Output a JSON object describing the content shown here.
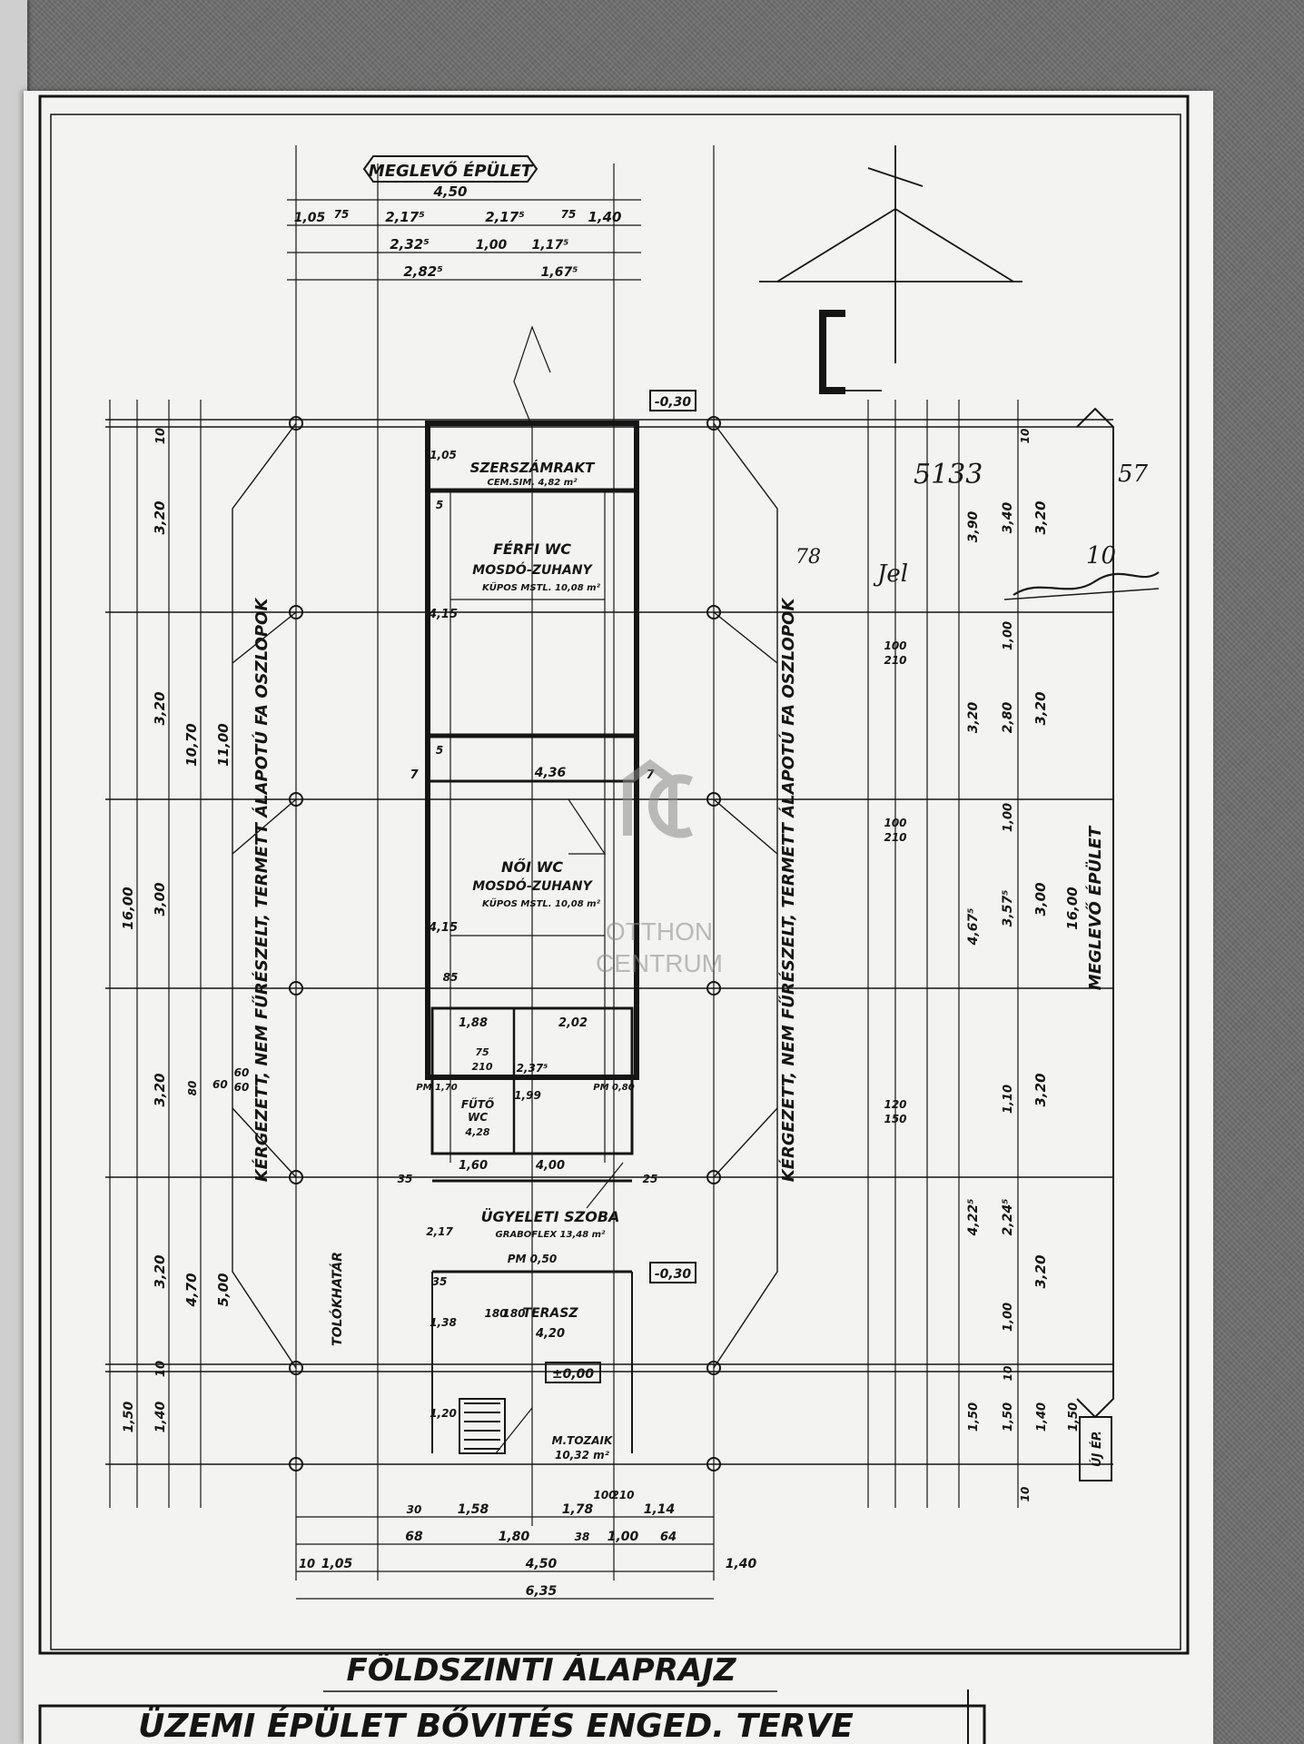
{
  "drawing": {
    "title_plan": "FÖLDSZINTI ÁLAPRAJZ",
    "title_block": "ÜZEMI ÉPÜLET BŐVITÉS ENGED. TERVE",
    "existing_top": "MEGLEVŐ ÉPÜLET",
    "existing_right": "MEGLEVŐ ÉPÜLET",
    "column_note": "KÉRGEZETT, NEM FŰRÉSZELT, TERMETT ÁLAPOTÚ FA OSZLOPOK",
    "roof_edge": "TOLÓKHATÁR",
    "new_building_tag": "ÚJ ÉP.",
    "level_top": "-0,30",
    "level_mid": "-0,30",
    "level_zero": "±0,00",
    "rooms": [
      {
        "name": "SZERSZÁMRAKT",
        "floor": "CEM.SIM. 4,82 m²"
      },
      {
        "name": "FÉRFI WC",
        "sub": "MOSDÓ-ZUHANY",
        "floor": "KŰPOS MSTL. 10,08 m²"
      },
      {
        "name": "NŐI WC",
        "sub": "MOSDÓ-ZUHANY",
        "floor": "KŰPOS MSTL. 10,08 m²"
      },
      {
        "name": "FŰTŐ",
        "sub": "WC",
        "floor": "4,28"
      },
      {
        "name": "ÜGYELETI SZOBA",
        "floor": "GRABOFLEX 13,48 m²"
      },
      {
        "name": "TERASZ",
        "floor": "4,20"
      },
      {
        "name": "M.TOZAIK",
        "floor": "10,32 m²"
      }
    ],
    "dims_top": [
      "4,50",
      "1,05",
      "75",
      "2,17⁵",
      "2,17⁵",
      "75",
      "1,40",
      "2,32⁵",
      "1,00",
      "1,17⁵",
      "2,82⁵",
      "1,67⁵"
    ],
    "dims_bottom": [
      "1,58",
      "1,78",
      "1,14",
      "68",
      "1,80",
      "38",
      "1,00",
      "64",
      "10",
      "1,05",
      "4,50",
      "1,40",
      "6,35",
      "30"
    ],
    "dims_left": [
      "3,20",
      "3,20",
      "3,00",
      "3,20",
      "3,20",
      "10,70",
      "11,00",
      "16,00",
      "4,70",
      "5,00",
      "1,50",
      "1,40",
      "10",
      "10",
      "60",
      "80"
    ],
    "dims_right": [
      "3,20",
      "3,40",
      "3,90",
      "1,00",
      "2,80",
      "3,20",
      "3,20",
      "1,00",
      "3,00",
      "3,57⁵",
      "4,67⁵",
      "16,00",
      "1,10",
      "3,20",
      "2,24⁵",
      "4,22⁵",
      "1,00",
      "3,20",
      "1,50",
      "1,50",
      "1,40",
      "1,50",
      "10",
      "10",
      "10"
    ],
    "dims_inner": [
      "4,36",
      "4,15",
      "4,15",
      "1,05",
      "1,88",
      "2,02",
      "2,37⁵",
      "1,99",
      "1,60",
      "4,00",
      "2,17",
      "180",
      "180",
      "1,38",
      "1,20",
      "7",
      "7",
      "5",
      "5",
      "85",
      "35",
      "25",
      "35",
      "PM 1,70",
      "PM 0,80",
      "PM 0,50",
      "75",
      "210",
      "100",
      "210",
      "120",
      "150",
      "60",
      "60",
      "100",
      "210",
      "100",
      "210"
    ],
    "handwriting": [
      "5133",
      "57",
      "78",
      "Jel",
      "10"
    ]
  },
  "watermark": {
    "line1": "OTTHON",
    "line2": "CENTRUM"
  },
  "colors": {
    "ink": "#151515",
    "paper": "#f3f3f1",
    "fabric": "#707070",
    "watermark": "#8a8a8a"
  }
}
